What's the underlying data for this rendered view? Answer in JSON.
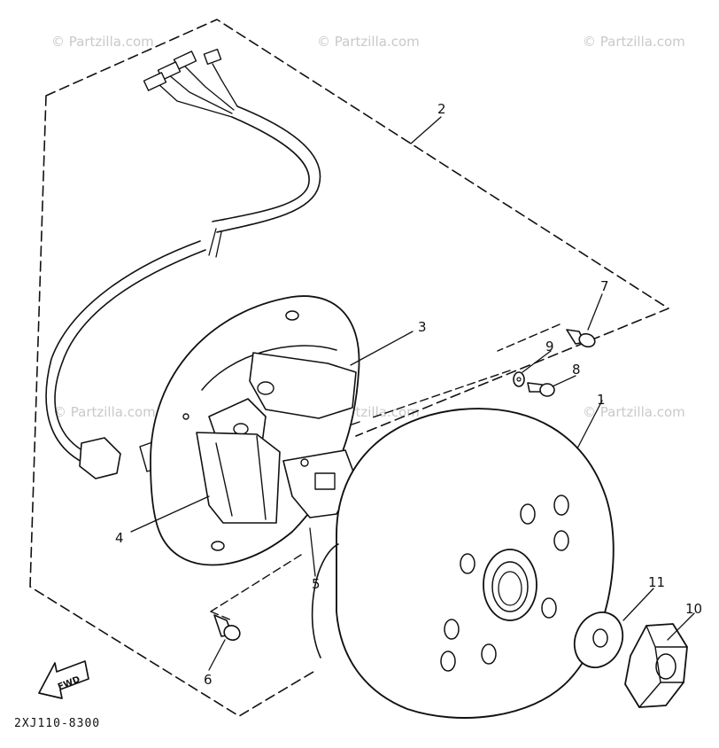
{
  "watermark": "© Partzilla.com",
  "callouts": [
    "1",
    "2",
    "3",
    "4",
    "5",
    "6",
    "7",
    "8",
    "9",
    "10",
    "11"
  ],
  "fwd_label": "FWD",
  "diagram_code": "2XJ110-8300"
}
